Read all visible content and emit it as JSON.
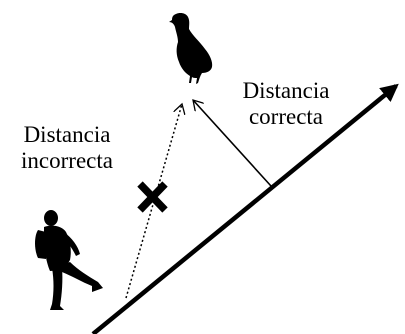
{
  "labels": {
    "incorrect": {
      "line1": "Distancia",
      "line2": "incorrecta"
    },
    "correct": {
      "line1": "Distancia",
      "line2": "correcta"
    }
  },
  "icons": {
    "bird": "bird-silhouette-icon",
    "person": "walking-person-silhouette-icon",
    "wrong": "x-mark-icon"
  },
  "colors": {
    "ink": "#000000",
    "background": "#ffffff"
  }
}
